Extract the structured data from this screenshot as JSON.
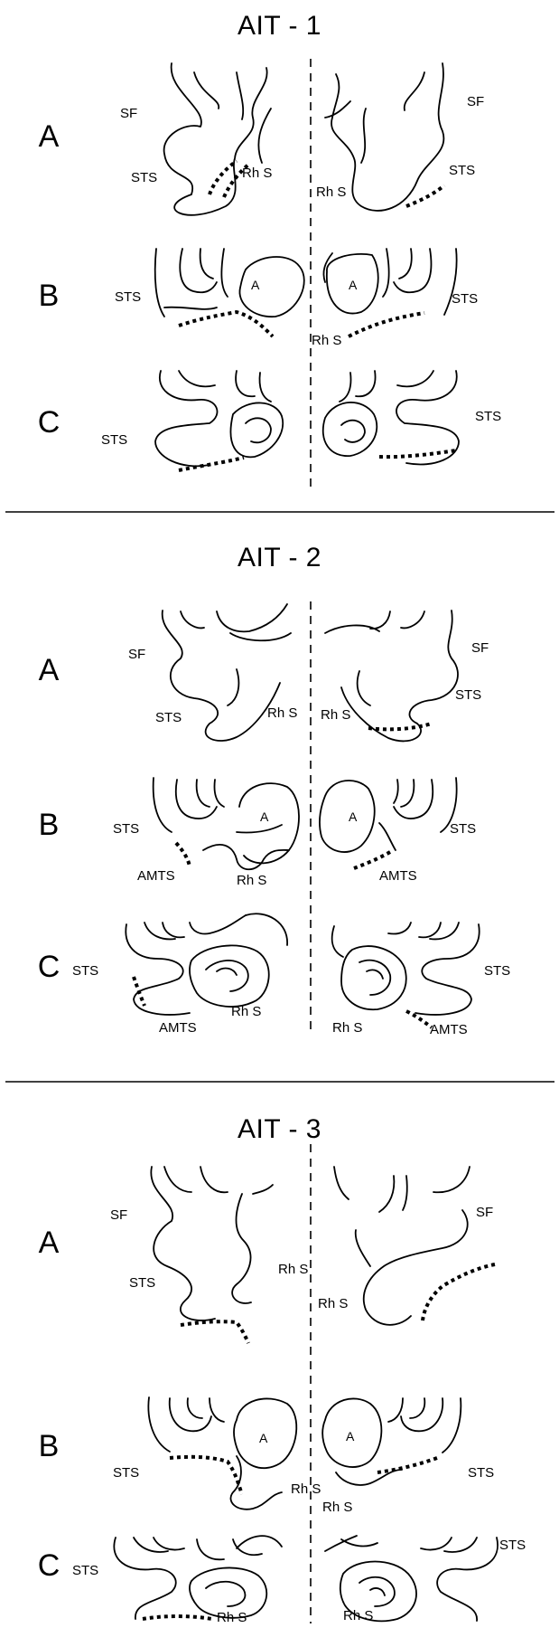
{
  "panels": [
    {
      "title": "AIT - 1",
      "rows": [
        {
          "row": "A",
          "left_labels": [
            "SF",
            "STS",
            "Rh S"
          ],
          "right_labels": [
            "SF",
            "STS",
            "Rh S"
          ]
        },
        {
          "row": "B",
          "left_labels": [
            "STS",
            "A"
          ],
          "right_labels": [
            "A",
            "STS",
            "Rh S"
          ]
        },
        {
          "row": "C",
          "left_labels": [
            "STS"
          ],
          "right_labels": [
            "STS"
          ]
        }
      ]
    },
    {
      "title": "AIT - 2",
      "rows": [
        {
          "row": "A",
          "left_labels": [
            "SF",
            "STS",
            "Rh S"
          ],
          "right_labels": [
            "SF",
            "Rh S",
            "STS"
          ]
        },
        {
          "row": "B",
          "left_labels": [
            "A",
            "STS",
            "AMTS",
            "Rh S"
          ],
          "right_labels": [
            "A",
            "STS",
            "AMTS"
          ]
        },
        {
          "row": "C",
          "left_labels": [
            "STS",
            "AMTS",
            "Rh S"
          ],
          "right_labels": [
            "STS",
            "Rh S",
            "AMTS"
          ]
        }
      ]
    },
    {
      "title": "AIT - 3",
      "rows": [
        {
          "row": "A",
          "left_labels": [
            "SF",
            "STS",
            "Rh S"
          ],
          "right_labels": [
            "SF",
            "Rh S"
          ]
        },
        {
          "row": "B",
          "left_labels": [
            "A",
            "STS",
            "Rh S"
          ],
          "right_labels": [
            "A",
            "STS",
            "Rh S"
          ]
        },
        {
          "row": "C",
          "left_labels": [
            "STS",
            "Rh S"
          ],
          "right_labels": [
            "STS",
            "Rh S"
          ]
        }
      ]
    }
  ]
}
